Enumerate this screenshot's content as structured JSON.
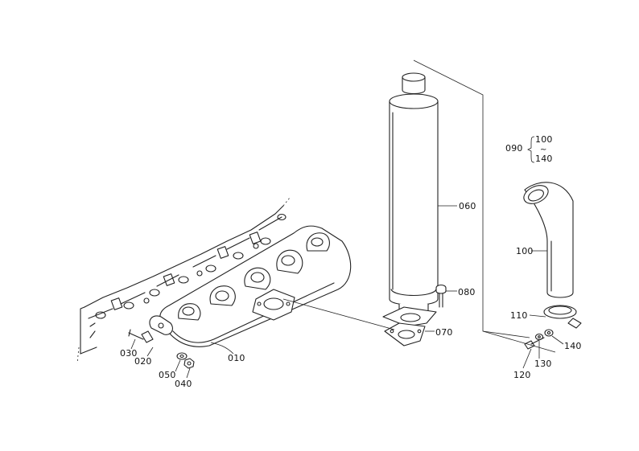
{
  "diagram": {
    "parts": [
      {
        "id": "p010",
        "label": "010"
      },
      {
        "id": "p020",
        "label": "020"
      },
      {
        "id": "p030",
        "label": "030"
      },
      {
        "id": "p040",
        "label": "040"
      },
      {
        "id": "p050",
        "label": "050"
      },
      {
        "id": "p060",
        "label": "060"
      },
      {
        "id": "p070",
        "label": "070"
      },
      {
        "id": "p080",
        "label": "080"
      },
      {
        "id": "p090",
        "label": "090"
      },
      {
        "id": "p100",
        "label": "100"
      },
      {
        "id": "p110",
        "label": "110"
      },
      {
        "id": "p120",
        "label": "120"
      },
      {
        "id": "p130",
        "label": "130"
      },
      {
        "id": "p140",
        "label": "140"
      }
    ],
    "kit_note": {
      "from": "100",
      "tilde": "~",
      "to": "140"
    }
  }
}
